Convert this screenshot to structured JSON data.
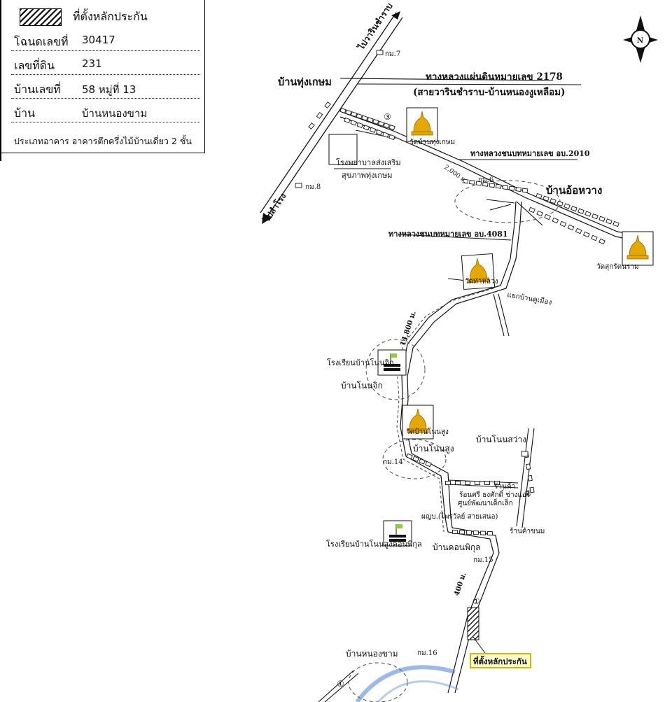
{
  "legend": {
    "title": "ที่ตั้งหลักประกัน",
    "rows": [
      {
        "label": "โฉนดเลขที่",
        "value": "30417"
      },
      {
        "label": "เลขที่ดิน",
        "value": "231"
      },
      {
        "label": "บ้านเลขที่",
        "value": "58 หมู่ที่ 13"
      },
      {
        "label": "บ้าน",
        "value": "บ้านหนองขาม"
      }
    ],
    "building_type": "ประเภทอาคาร อาคารตึกครึ่งไม้บ้านเดี่ยว 2 ชั้น"
  },
  "map": {
    "north_symbol": "N",
    "directions": {
      "top": "ไปวารินชำราบ",
      "bottom": "ไปสำโรง"
    },
    "highways": {
      "h2178_line1": "ทางหลวงแผ่นดินหมายเลข 2178",
      "h2178_line2": "(สายวารินชำราบ-บ้านหนองงูเหลือม)",
      "h2010": "ทางหลวงชนบทหมายเลข อบ.2010",
      "h4081": "ทางหลวงชนบทหมายเลข อบ.4081"
    },
    "km_markers": {
      "km7": "กม.7",
      "km8": "กม.8",
      "km6": "กม.6",
      "km14": "กม.14",
      "km15": "กม.15",
      "km16": "กม.16"
    },
    "distances": {
      "d2000": "2,000 ม.",
      "d14800": "14,800 ม.",
      "d400": "400 ม."
    },
    "villages": {
      "ban_thung_kasem": "บ้านทุ่งเกษม",
      "ban_o_wang": "บ้านอ้อหวาง",
      "ban_non_chik": "บ้านโนนจิก",
      "ban_non_sung": "บ้านโนนสูง",
      "ban_non_sawang": "บ้านโนนสว่าง",
      "ban_khon_phikun": "บ้านคอนพิกุล",
      "ban_nong_kham": "บ้านหนองขาม"
    },
    "temples": {
      "wat_thung_kasem": "วัดบ้านทุ่งเกษม",
      "wat_ta_luang": "วัดท่าหลวง",
      "wat_sukrattanaram": "วัดสุกรัตนราม",
      "wat_non_sung": "วัดบ้านโนนสูง"
    },
    "schools": {
      "school_non_chik": "โรงเรียนบ้านโนนจิก",
      "school_non_sung": "โรงเรียนบ้านโนนสูงคอนพิกุล"
    },
    "hospital_line1": "โรงพยาบาลส่งเสริม",
    "hospital_line2": "สุขภาพทุ่งเกษม",
    "branch_road": "แยกบ้านคูเมือง",
    "shops": {
      "shop1": "ร้านค้า",
      "garage": "ร้อนศรี ธงศักดิ์ ช่างแอร์",
      "child_center": "ศูนย์พัฒนาเด็กเล็ก",
      "headman": "ผญบ.(ไพรวัลย์ สายเสนอ)",
      "grocery": "ร้านค้าขนม"
    },
    "markers": {
      "m1": "①",
      "m2": "②",
      "m3": "③"
    },
    "collateral_label": "ที่ตั้งหลักประกัน"
  },
  "colors": {
    "ink": "#111111",
    "temple_gold": "#e5a800",
    "collateral_box": "#fffbd0",
    "collateral_border": "#d4b800",
    "stamp_blue": "#4a7fd4"
  }
}
